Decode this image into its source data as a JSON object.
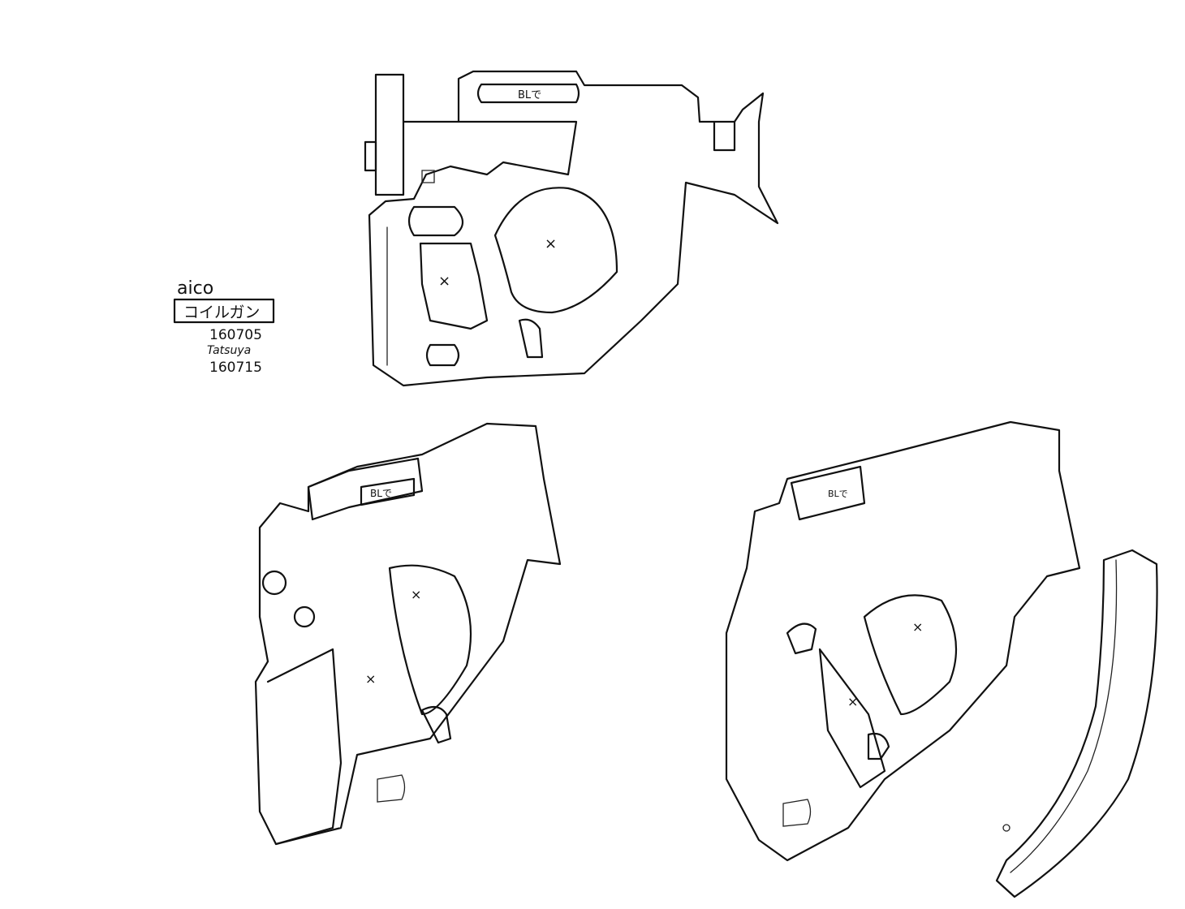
{
  "notes": {
    "project": "aico",
    "title_box": "コイルガン",
    "date_1": "160705",
    "signature": "Tatsuya",
    "date_2": "160715"
  },
  "views": [
    {
      "name": "side-view",
      "marking": "BLで"
    },
    {
      "name": "three-quarter-view",
      "marking": "BLで"
    },
    {
      "name": "three-quarter-view-magazine-detached",
      "marking": "BLで"
    }
  ]
}
